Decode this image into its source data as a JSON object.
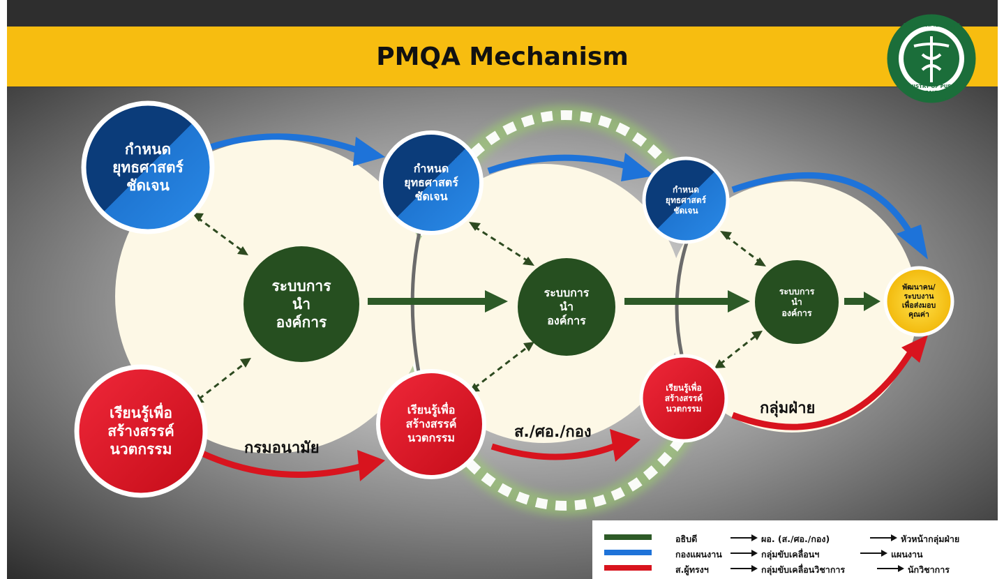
{
  "title": "PMQA Mechanism",
  "logo": {
    "text": "กระทรวงสาธารณสุข",
    "text_en": "MINISTRY OF PUBLIC HEALTH",
    "color": "#1b6e3a"
  },
  "colors": {
    "title_band": "#f7bd10",
    "blue": "#1e73d9",
    "red": "#d8141e",
    "dark_green": "#264f20",
    "cream": "#fdf8e6",
    "yellow_goal": "#f7cd0f"
  },
  "levels": [
    {
      "group_label": "กรมอนามัย",
      "strategy": "กำหนด\nยุทธศาสตร์\nชัดเจน",
      "leadership": "ระบบการ\nนำ\nองค์การ",
      "learning": "เรียนรู้เพื่อ\nสร้างสรรค์\nนวตกรรม"
    },
    {
      "group_label": "ส./ศอ./กอง",
      "strategy": "กำหนด\nยุทธศาสตร์\nชัดเจน",
      "leadership": "ระบบการ\nนำ\nองค์การ",
      "learning": "เรียนรู้เพื่อ\nสร้างสรรค์\nนวตกรรม"
    },
    {
      "group_label": "กลุ่มฝ่าย",
      "strategy": "กำหนด\nยุทธศาสตร์\nชัดเจน",
      "leadership": "ระบบการ\nนำ\nองค์การ",
      "learning": "เรียนรู้เพื่อ\nสร้างสรรค์\nนวตกรรม"
    }
  ],
  "goal": "พัฒนาคน/\nระบบงาน\nเพื่อส่งมอบ\nคุณค่า",
  "legend": [
    {
      "color": "#2d5a27",
      "items": [
        "อธิบดี",
        "ผอ. (ส./ศอ./กอง)",
        "หัวหน้ากลุ่มฝ่าย"
      ]
    },
    {
      "color": "#1e73d9",
      "items": [
        "กองแผนงาน",
        "กลุ่มขับเคลื่อนฯ",
        "แผนงาน"
      ]
    },
    {
      "color": "#d8141e",
      "items": [
        "ส.ผู้ทรงฯ",
        "กลุ่มขับเคลื่อนวิชาการ",
        "นักวิชาการ"
      ]
    }
  ]
}
